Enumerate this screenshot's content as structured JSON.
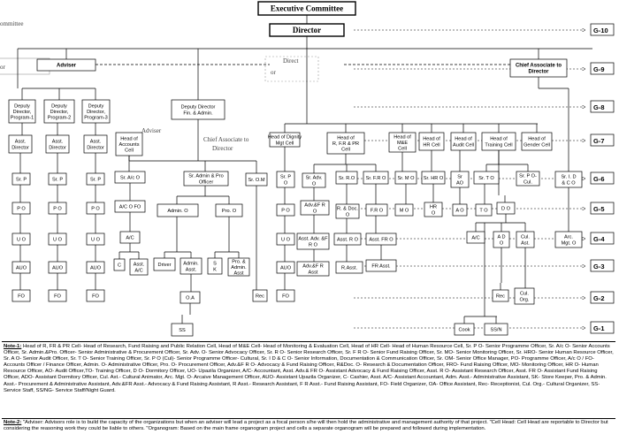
{
  "boxes": [
    {
      "id": "exec",
      "lines": [
        "Executive Committee"
      ],
      "style": "xl"
    },
    {
      "id": "director",
      "lines": [
        "Director"
      ],
      "style": "xl"
    },
    {
      "id": "adviser",
      "lines": [
        "Adviser"
      ],
      "style": "b"
    },
    {
      "id": "chief",
      "lines": [
        "Chief Associate to",
        "Director"
      ],
      "style": "b"
    },
    {
      "id": "ddp1",
      "lines": [
        "Deputy",
        "Director,",
        "Program-1"
      ]
    },
    {
      "id": "ddp2",
      "lines": [
        "Deputy",
        "Director,",
        "Program-2"
      ]
    },
    {
      "id": "ddp3",
      "lines": [
        "Deputy",
        "Director,",
        "Program-3"
      ]
    },
    {
      "id": "ddfa",
      "lines": [
        "Deputy Director",
        "Fin. & Admin."
      ]
    },
    {
      "id": "ad1",
      "lines": [
        "Asst.",
        "Director"
      ]
    },
    {
      "id": "ad2",
      "lines": [
        "Asst.",
        "Director"
      ]
    },
    {
      "id": "ad3",
      "lines": [
        "Asst.",
        "Director"
      ]
    },
    {
      "id": "hac",
      "lines": [
        "Head of",
        "Accounts",
        "Cell"
      ]
    },
    {
      "id": "hdme",
      "lines": [
        "Head of Dignity",
        "Mgt Cell"
      ]
    },
    {
      "id": "hrfr",
      "lines": [
        "Head of",
        "R, F.R & PR",
        "Cell"
      ]
    },
    {
      "id": "hme",
      "lines": [
        "Head of",
        "M&E",
        "Cell"
      ]
    },
    {
      "id": "hhr",
      "lines": [
        "Head of",
        "HR Cell"
      ]
    },
    {
      "id": "hau",
      "lines": [
        "Head of",
        "Audit Cell"
      ]
    },
    {
      "id": "htr",
      "lines": [
        "Head of",
        "Training Cell"
      ]
    },
    {
      "id": "hge",
      "lines": [
        "Head of",
        "Gender Cell"
      ]
    },
    {
      "id": "sp1",
      "lines": [
        "Sr. P"
      ]
    },
    {
      "id": "sp2",
      "lines": [
        "Sr. P"
      ]
    },
    {
      "id": "sp3",
      "lines": [
        "Sr. P"
      ]
    },
    {
      "id": "sao",
      "lines": [
        "Sr. A/c O"
      ]
    },
    {
      "id": "sapo",
      "lines": [
        "Sr. Admin & Pro",
        "Officer"
      ]
    },
    {
      "id": "som",
      "lines": [
        "Sr. O.M"
      ]
    },
    {
      "id": "sp4",
      "lines": [
        "Sr. P",
        "O"
      ]
    },
    {
      "id": "sadv",
      "lines": [
        "Sr. Adv.",
        "O"
      ]
    },
    {
      "id": "sro",
      "lines": [
        "Sr. R.O"
      ]
    },
    {
      "id": "sfro",
      "lines": [
        "Sr. F.R O"
      ]
    },
    {
      "id": "smo",
      "lines": [
        "Sr. M O"
      ]
    },
    {
      "id": "shro",
      "lines": [
        "Sr. HR O"
      ]
    },
    {
      "id": "sau",
      "lines": [
        "Sr",
        "AO"
      ]
    },
    {
      "id": "sto",
      "lines": [
        "Sr. T O"
      ]
    },
    {
      "id": "spoc",
      "lines": [
        "Sr. P O-",
        "Cul."
      ]
    },
    {
      "id": "sidc",
      "lines": [
        "Sr. I. D",
        "& C O"
      ]
    },
    {
      "id": "po1",
      "lines": [
        "P O"
      ]
    },
    {
      "id": "po2",
      "lines": [
        "P O"
      ]
    },
    {
      "id": "po3",
      "lines": [
        "P O"
      ]
    },
    {
      "id": "aco",
      "lines": [
        "A/C O FO"
      ]
    },
    {
      "id": "admo",
      "lines": [
        "Admin. O"
      ]
    },
    {
      "id": "proo",
      "lines": [
        "Pro. O"
      ]
    },
    {
      "id": "po4",
      "lines": [
        "P O"
      ]
    },
    {
      "id": "advfr",
      "lines": [
        "Adv.&F R",
        "O"
      ]
    },
    {
      "id": "rdoc",
      "lines": [
        "R. & Doc.",
        "O"
      ]
    },
    {
      "id": "fro",
      "lines": [
        "F.R O"
      ]
    },
    {
      "id": "mo",
      "lines": [
        "M O"
      ]
    },
    {
      "id": "hro",
      "lines": [
        "HR",
        "O"
      ]
    },
    {
      "id": "ao",
      "lines": [
        "A O"
      ]
    },
    {
      "id": "to",
      "lines": [
        "T O"
      ]
    },
    {
      "id": "do",
      "lines": [
        "D O"
      ]
    },
    {
      "id": "uo1",
      "lines": [
        "U O"
      ]
    },
    {
      "id": "uo2",
      "lines": [
        "U O"
      ]
    },
    {
      "id": "uo3",
      "lines": [
        "U O"
      ]
    },
    {
      "id": "ac1",
      "lines": [
        "A/C"
      ]
    },
    {
      "id": "uo4",
      "lines": [
        "U O"
      ]
    },
    {
      "id": "aadv",
      "lines": [
        "Asst. Adv. &F",
        "R O"
      ]
    },
    {
      "id": "aro",
      "lines": [
        "Asst. R O"
      ]
    },
    {
      "id": "afro",
      "lines": [
        "Asst. FR O"
      ]
    },
    {
      "id": "ac2",
      "lines": [
        "A/C"
      ]
    },
    {
      "id": "ado",
      "lines": [
        "A D",
        "O"
      ]
    },
    {
      "id": "culas",
      "lines": [
        "Cul.",
        "Ast."
      ]
    },
    {
      "id": "arcm",
      "lines": [
        "Arc.",
        "Mgt. O"
      ]
    },
    {
      "id": "auo1",
      "lines": [
        "AUO"
      ]
    },
    {
      "id": "auo2",
      "lines": [
        "AUO"
      ]
    },
    {
      "id": "auo3",
      "lines": [
        "AUO"
      ]
    },
    {
      "id": "cas",
      "lines": [
        "C"
      ]
    },
    {
      "id": "aac",
      "lines": [
        "Asst.",
        "A/C"
      ]
    },
    {
      "id": "drv",
      "lines": [
        "Driver"
      ]
    },
    {
      "id": "adma",
      "lines": [
        "Admin.",
        "Asst."
      ]
    },
    {
      "id": "sk",
      "lines": [
        "S",
        "K"
      ]
    },
    {
      "id": "proa",
      "lines": [
        "Pro. &",
        "Admin.",
        "Asst"
      ]
    },
    {
      "id": "auo4",
      "lines": [
        "AUO"
      ]
    },
    {
      "id": "aafr",
      "lines": [
        "Adv.&F R",
        "Asst"
      ]
    },
    {
      "id": "rasst",
      "lines": [
        "R.Asst."
      ]
    },
    {
      "id": "frasst",
      "lines": [
        "FR Asst."
      ]
    },
    {
      "id": "rec2",
      "lines": [
        "Rec"
      ]
    },
    {
      "id": "culo",
      "lines": [
        "Cul.",
        "Org."
      ]
    },
    {
      "id": "fo1",
      "lines": [
        "FO"
      ]
    },
    {
      "id": "fo2",
      "lines": [
        "FO"
      ]
    },
    {
      "id": "fo3",
      "lines": [
        "FO"
      ]
    },
    {
      "id": "oa",
      "lines": [
        "O.A"
      ]
    },
    {
      "id": "fo4",
      "lines": [
        "FO"
      ]
    },
    {
      "id": "rec1",
      "lines": [
        "Rec"
      ]
    },
    {
      "id": "ss",
      "lines": [
        "SS"
      ]
    },
    {
      "id": "cook",
      "lines": [
        "Cook"
      ]
    },
    {
      "id": "ssn",
      "lines": [
        "SS/N"
      ]
    }
  ],
  "grades": [
    "G-10",
    "G-9",
    "G-8",
    "G-7",
    "G-6",
    "G-5",
    "G-4",
    "G-3",
    "G-2",
    "G-1"
  ],
  "ghost_text": [
    "Executive",
    "ommittee",
    "or",
    "Direct",
    "or",
    "Adviser",
    "Chief Associate to",
    "Director"
  ],
  "notes": {
    "note1_label": "Note-1:",
    "note1_text": "Head of R, FR & PR Cell- Head of Research, Fund Raising and Public Relation Cell, Head of M&E Cell- Head of Monitoring & Evaluation Cell, Head of HR Cell- Head of Human Resource Cell, Sr. P O- Senior Programme Officer, Sr. A/c O- Senior Accounts Officer, Sr. Admin.&Pro. Officer- Senior Administrative & Procurement Officer, Sr. Adv. O- Senior Advocacy Officer, Sr. R O- Senior Research Officer, Sr. F R O- Senior Fund Raising Officer, Sr. MO- Senior Monitoring Officer, Sr. HRO- Senior Human Resource Officer, Sr. A O- Senior Audit Officer, Sr. T O- Senior Training Officer, Sr. P O (Cul)- Senior Programme Officer- Cultural, Sr. I D & C O- Senior Information, Documentation & Communication Officer, Sr. OM- Senior Office Manager, PO- Programme Officer, A/c O / FO- Accounts Officer / Finance Officer, Admin. O- Administrative Officer, Pro. O- Procurement Officer, Adv.&F R O- Advocacy & Fund Raising Officer, R&Doc. O- Research & Documentation Officer, FRO- Fund Raising Officer, MO- Monitoring Officer, HR O- Human Resource Officer, AO- Audit Officer,TO- Training Officer, D O- Dormitory Officer, UO- Upazila Organizer, A/C- Accountant, Asst. Adv.& FR O- Assistant Advocacy & Fund Raising Officer, Asst. R O- Assistant Research Officer, Asst. FR O- Assistant Fund Raising Officer, ADO- Assistant Dormitory Officer, Cul. Ast.- Cultural Animator, Arc. Mgt. O- Arcaive Management Officer, AUO- Assistant Upazila Organizer, C- Cashier, Asst. A/C- Assistant Accountant, Adm. Asst.- Administrative Assistant, SK- Store Keeper, Pro. & Admin. Asst.- Procurement & Administrative Assistant, Adv.&FR Asst.- Advocacy & Fund Raising Assistant, R Asst.- Research Assistant, F R Asst.- Fund Raising Assistant, FO- Field Organizer, OA- Office Assistant, Rec- Receptionist, Cul. Org.- Cultural Organizer, SS- Service Staff, SS/NG- Service Staff/Night Guard.",
    "note2_label": "Note-2:",
    "note2_text": "\"Adviser: Advisors role is to build the capacity of the organizations but when an adviser will lead a project as a focal person s/he will then hold the administrative and management authority of that project. \"Cell Head: Cell Head are reportable to Director but considering the reasoning work they could be liable to others. \"Organogram: Based on the main frame organogram project and cells a separate organogram will be prepared and followed during implementation."
  }
}
